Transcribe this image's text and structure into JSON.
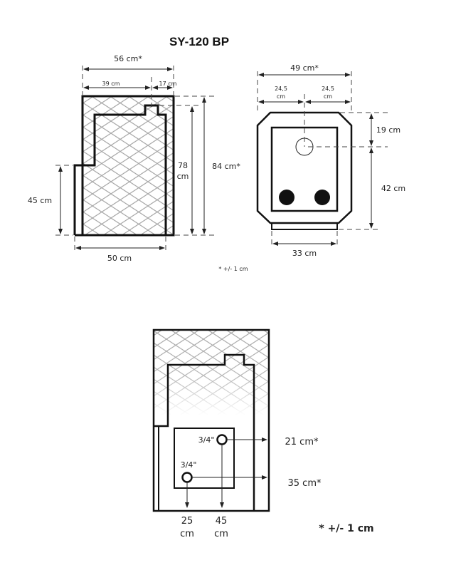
{
  "title": "SY-120 BP",
  "side_view": {
    "width_total": "56 cm*",
    "width_left": "39 cm",
    "width_right": "17 cm",
    "height_inner": "78",
    "height_inner_unit": "cm",
    "height_total": "84 cm*",
    "step_height": "45 cm",
    "base_width": "50 cm",
    "footnote": "* +/- 1 cm"
  },
  "front_view": {
    "width_total": "49 cm*",
    "half_left": "24,5",
    "half_left_unit": "cm",
    "half_right": "24,5",
    "half_right_unit": "cm",
    "top_offset": "19 cm",
    "lower_height": "42 cm",
    "base_width": "33 cm"
  },
  "connections_view": {
    "upper_fitting": "3/4\"",
    "lower_fitting": "3/4\"",
    "upper_height": "21 cm*",
    "lower_height": "35 cm*",
    "lower_x": "25",
    "lower_x_unit": "cm",
    "upper_x": "45",
    "upper_x_unit": "cm",
    "footnote": "* +/- 1 cm"
  },
  "colors": {
    "line": "#111111",
    "hatch": "#a8a8a8"
  }
}
